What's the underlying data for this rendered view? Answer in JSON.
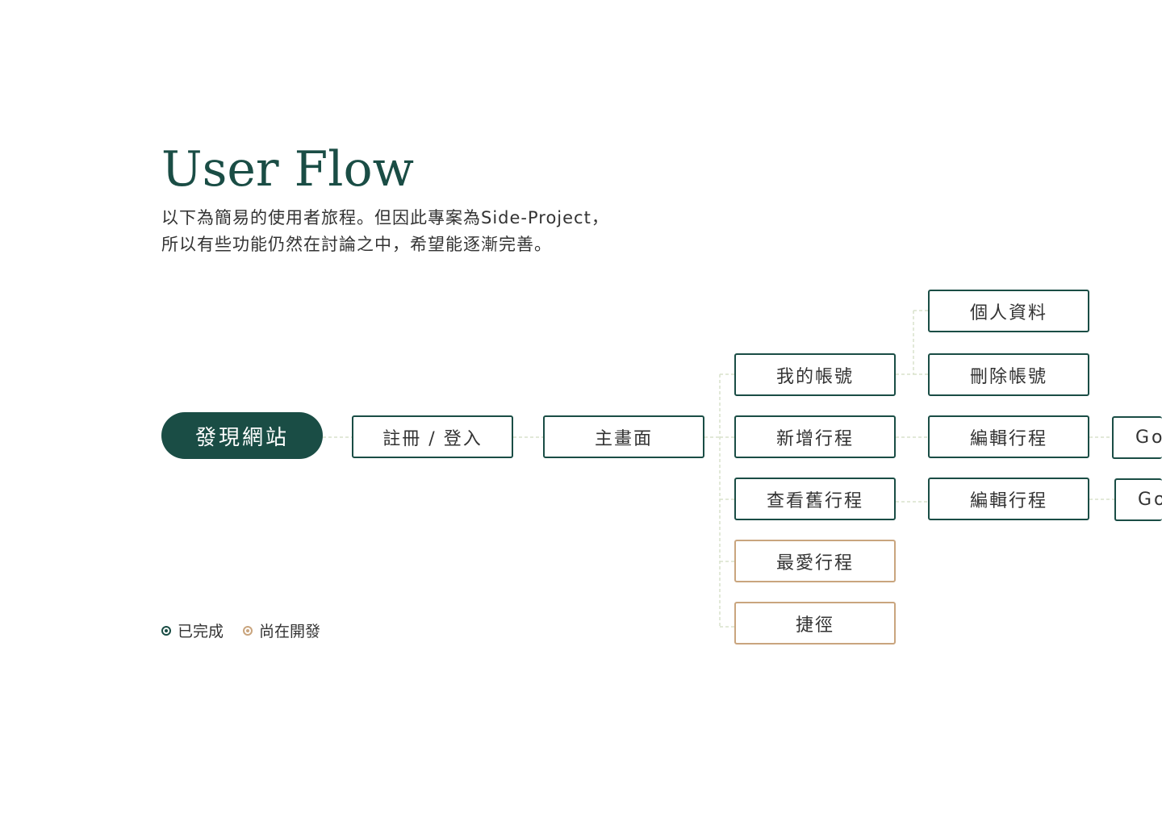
{
  "header": {
    "title": "User Flow",
    "desc_line1": "以下為簡易的使用者旅程。但因此專案為Side-Project，",
    "desc_line2": "所以有些功能仍然在討論之中，希望能逐漸完善。"
  },
  "flow": {
    "discover": "發現網站",
    "register_login": "註冊 / 登入",
    "home": "主畫面",
    "my_account": "我的帳號",
    "add_trip": "新增行程",
    "view_old_trips": "查看舊行程",
    "favorite_trips": "最愛行程",
    "shortcut": "捷徑",
    "profile": "個人資料",
    "delete_account": "刪除帳號",
    "edit_trip_1": "編輯行程",
    "edit_trip_2": "編輯行程",
    "cut_node_1": "Go",
    "cut_node_2": "Go"
  },
  "legend": {
    "done": "已完成",
    "in_progress": "尚在開發"
  },
  "colors": {
    "done": "#1a4d45",
    "in_progress": "#c9a57e",
    "connector": "#d9e2cc"
  }
}
